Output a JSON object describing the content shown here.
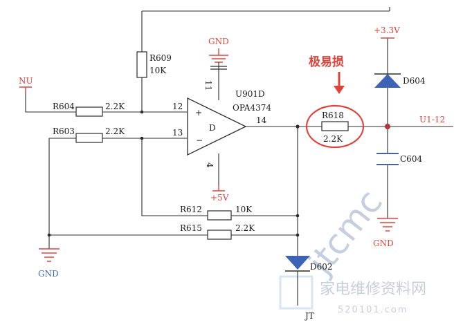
{
  "labels": {
    "gnd_top": "GND",
    "pin11": "11",
    "r609_ref": "R609",
    "r609_val": "10K",
    "nu": "NU",
    "r604_ref": "R604",
    "r604_val": "2.2K",
    "pin12": "12",
    "r603_ref": "R603",
    "r603_val": "2.2K",
    "pin13": "13",
    "opamp_ref": "U901D",
    "opamp_part": "OPA4374",
    "opamp_inner": "D",
    "plus": "+",
    "minus": "−",
    "pin14": "14",
    "pin4": "4",
    "vcc5": "+5V",
    "r612_ref": "R612",
    "r612_val": "10K",
    "r615_ref": "R615",
    "r615_val": "2.2K",
    "gnd_left": "GND",
    "d602": "D602",
    "jt": "JT",
    "fragile": "极易损",
    "r618_ref": "R618",
    "r618_val": "2.2K",
    "vcc33": "+3.3V",
    "d604": "D604",
    "u1": "U1-12",
    "c604": "C604",
    "gnd_right": "GND",
    "wm_site": "家电维修资料网",
    "wm_url": "520101.com",
    "wm_diag": "jtcmc"
  },
  "colors": {
    "wire": "#2b2b2b",
    "red": "#e0433b",
    "blue": "#3d63b6",
    "junction": "#b8323a",
    "watermark": "#9aa8c4"
  }
}
